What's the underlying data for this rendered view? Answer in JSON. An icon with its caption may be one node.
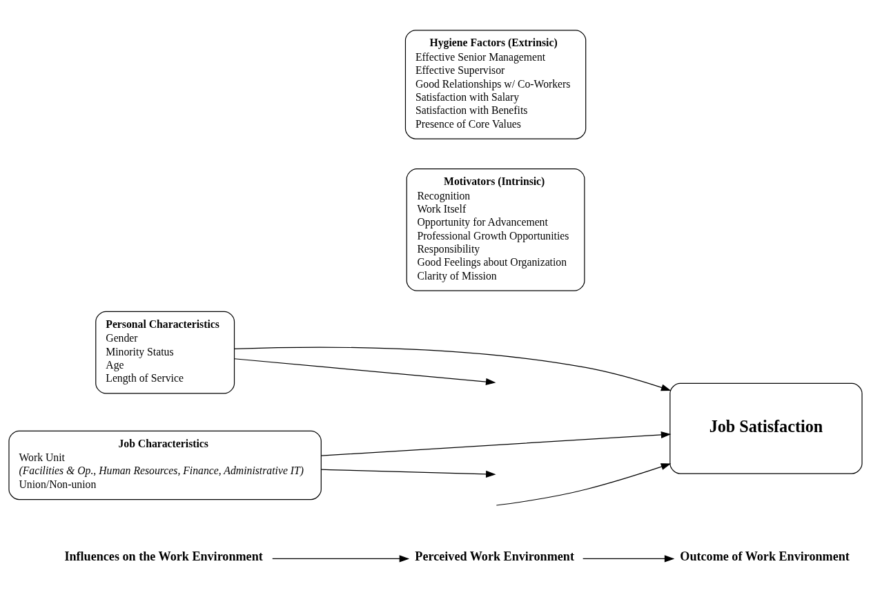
{
  "diagram": {
    "nodes": [
      {
        "text": [
          "Influences on the Work Environment"
        ]
      },
      {
        "text": [
          "Perceived Work Environment"
        ]
      },
      {
        "text": [
          "Outcome of Work Environment"
        ]
      },
      {
        "text": [
          "Personal Characteristics",
          "Gender",
          "Minority Status",
          "Age",
          "Length of Service"
        ]
      },
      {
        "text": [
          "Motivators (Intrinsic)",
          "Recognition",
          "Work Itself",
          "Opportunity for Advancement",
          "Professional Growth Opportunities",
          "Responsibility",
          "Good Feelings about Organization",
          "Clarity of Mission"
        ]
      },
      {
        "text": [
          "Hygiene Factors (Extrinsic)",
          "Effective Senior Management",
          "Effective Supervisor",
          "Good Relationships w/ Co-Workers",
          "Satisfaction with Salary",
          "Satisfaction with Benefits",
          "Presence of Core Values"
        ]
      },
      {
        "text": [
          "Job Characteristics",
          "Work Unit",
          "(Facilities & Op., Human Resources, Finance, Administrative IT)",
          "Union/Non-union"
        ]
      },
      {
        "text": [
          "Job Satisfaction"
        ]
      }
    ],
    "edges": [
      {
        "from": 0,
        "to": 1,
        "arrow": "to"
      },
      {
        "from": 1,
        "to": 2,
        "arrow": "to"
      },
      {
        "from": 3,
        "to": 7,
        "arrow": "to"
      },
      {
        "from": 3,
        "to": null,
        "arrow": "to"
      },
      {
        "from": 6,
        "to": null,
        "arrow": "to"
      },
      {
        "from": null,
        "to": 7,
        "arrow": "to"
      },
      {
        "from": 6,
        "to": 7,
        "arrow": "to"
      }
    ]
  }
}
